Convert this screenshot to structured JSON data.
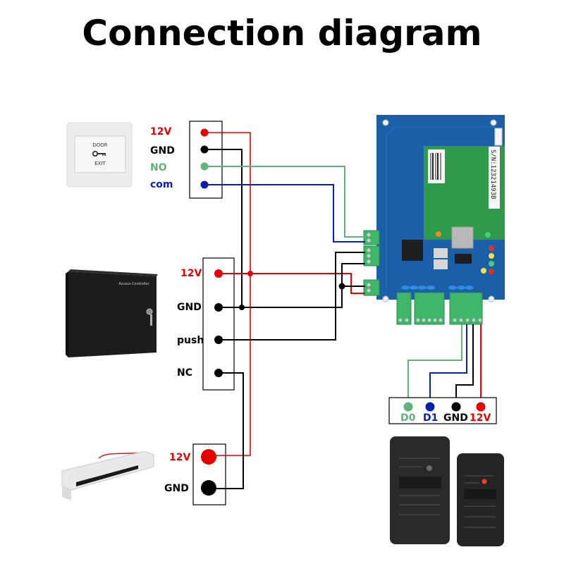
{
  "title": "Connection diagram",
  "colors": {
    "red": "#e60000",
    "black": "#000000",
    "green": "#5fb378",
    "blue": "#0a1fb0",
    "pcb_blue": "#1a5fa8",
    "pcb_green": "#2e9a4a",
    "terminal_green": "#3fb66a"
  },
  "devices": {
    "exit_button": {
      "name": "Exit button",
      "face_top": "DOOR",
      "face_bottom": "EXIT",
      "icon": "key-icon",
      "terminals": [
        {
          "label": "12V",
          "color": "red"
        },
        {
          "label": "GND",
          "color": "black"
        },
        {
          "label": "NO",
          "color": "green"
        },
        {
          "label": "com",
          "color": "blue"
        }
      ]
    },
    "power_supply": {
      "name": "Access controller power box",
      "case_label": "Access Controller",
      "terminals": [
        {
          "label": "12V",
          "color": "red"
        },
        {
          "label": "GND",
          "color": "black"
        },
        {
          "label": "push",
          "color": "black"
        },
        {
          "label": "NC",
          "color": "black"
        }
      ]
    },
    "magnetic_lock": {
      "name": "Electromagnetic lock",
      "terminals": [
        {
          "label": "12V",
          "color": "red"
        },
        {
          "label": "GND",
          "color": "black"
        }
      ]
    },
    "controller_board": {
      "name": "Access control board",
      "serial": "S/N:12321493B"
    },
    "card_reader": {
      "name": "Wiegand card reader",
      "terminals": [
        {
          "label": "D0",
          "color": "green"
        },
        {
          "label": "D1",
          "color": "blue"
        },
        {
          "label": "GND",
          "color": "black"
        },
        {
          "label": "12V",
          "color": "red"
        }
      ]
    }
  }
}
